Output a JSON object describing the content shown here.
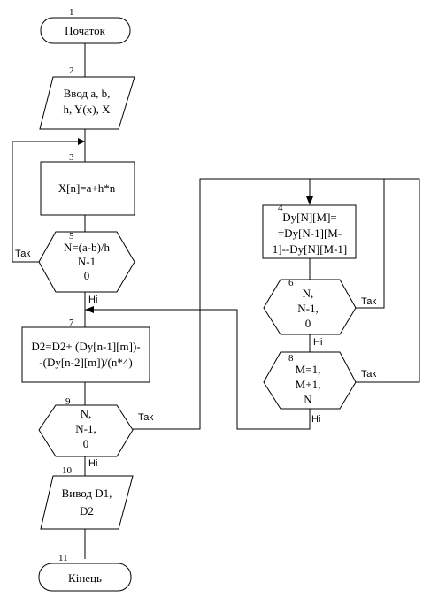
{
  "blocks": [
    {
      "id": "1",
      "type": "terminator",
      "lines": [
        "Початок"
      ]
    },
    {
      "id": "2",
      "type": "input-output",
      "lines": [
        "Ввод a, b,",
        "h, Y(x), X"
      ]
    },
    {
      "id": "3",
      "type": "process",
      "lines": [
        "X[n]=a+h*n"
      ]
    },
    {
      "id": "5",
      "type": "loop",
      "lines": [
        "N=(a-b)/h",
        "N-1",
        "0"
      ]
    },
    {
      "id": "7",
      "type": "process",
      "lines": [
        "D2=D2+ (Dy[n-1][m])-",
        "-(Dy[n-2][m])/(n*4)"
      ]
    },
    {
      "id": "9",
      "type": "loop",
      "lines": [
        "N,",
        "N-1,",
        "0"
      ]
    },
    {
      "id": "10",
      "type": "input-output",
      "lines": [
        "Вивод D1,",
        "D2"
      ]
    },
    {
      "id": "11",
      "type": "terminator",
      "lines": [
        "Кінець"
      ]
    },
    {
      "id": "4",
      "type": "process",
      "lines": [
        "Dy[N][M]=",
        "=Dy[N-1][M-",
        "1]--Dy[N][M-1]"
      ]
    },
    {
      "id": "6",
      "type": "loop",
      "lines": [
        "N,",
        "N-1,",
        "0"
      ]
    },
    {
      "id": "8",
      "type": "loop",
      "lines": [
        "M=1,",
        "M+1,",
        "N"
      ]
    }
  ],
  "edge_labels": {
    "tak": "Так",
    "ni": "Ні"
  }
}
